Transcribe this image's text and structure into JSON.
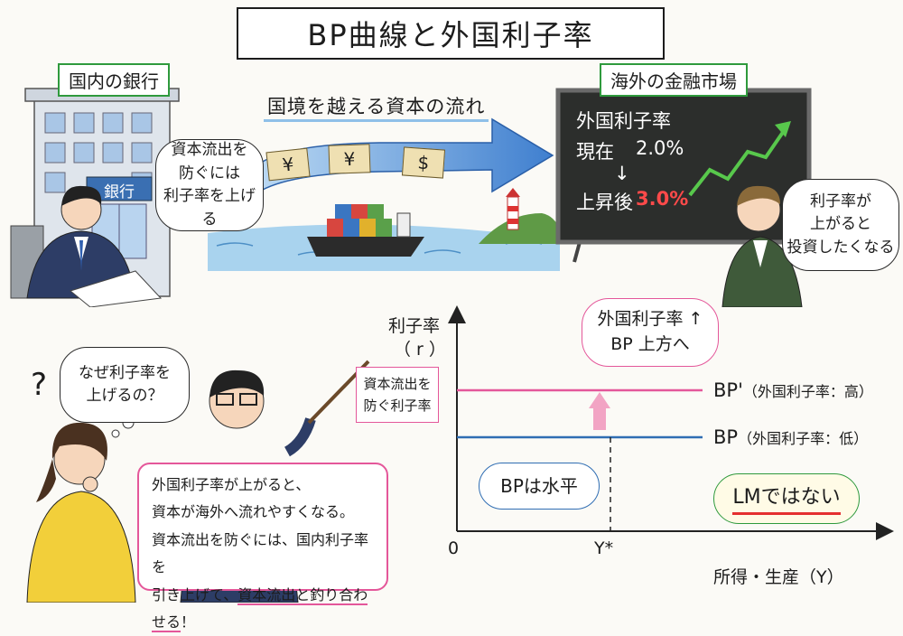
{
  "title": "BP曲線と外国利子率",
  "bank": {
    "label": "国内の銀行",
    "sign": "銀行",
    "bubble": [
      "資本流出を",
      "防ぐには",
      "利子率を上げる"
    ]
  },
  "flow": {
    "title": "国境を越える資本の流れ",
    "currencies": [
      "¥",
      "¥",
      "$"
    ]
  },
  "market": {
    "label": "海外の金融市場",
    "board_title": "外国利子率",
    "now_label": "現在",
    "now_value": "2.0%",
    "arrow": "↓",
    "after_label": "上昇後",
    "after_value": "3.0%",
    "bubble": [
      "利子率が",
      "上がると",
      "投資したくなる"
    ]
  },
  "graph": {
    "y_label": "利子率",
    "y_symbol": "（ r ）",
    "x_label": "所得・生産（Y）",
    "origin": "0",
    "y_star": "Y*",
    "bp_prime_label": "BP'",
    "bp_prime_sub": "（外国利子率：高）",
    "bp_label": "BP",
    "bp_sub": "（外国利子率：低）",
    "left_note": [
      "資本流出を",
      "防ぐ利子率"
    ],
    "up_note": [
      "外国利子率 ↑",
      "BP 上方へ"
    ],
    "horizontal_note": "BPは水平",
    "lm_note": "LMではない"
  },
  "student": {
    "question_mark": "?",
    "bubble": [
      "なぜ利子率を",
      "上げるの？"
    ]
  },
  "explanation": {
    "lines": [
      "外国利子率が上がると、",
      "資本が海外へ流れやすくなる。",
      "資本流出を防ぐには、国内利子率を"
    ],
    "line4_before": "引き上げて、",
    "line4_highlight": "資本流出と釣り合わせる",
    "line4_after": "！"
  },
  "colors": {
    "green": "#2f9a3d",
    "pink": "#e4579a",
    "blue": "#2f6db3",
    "red": "#e53030",
    "board": "#2c2e2c"
  }
}
